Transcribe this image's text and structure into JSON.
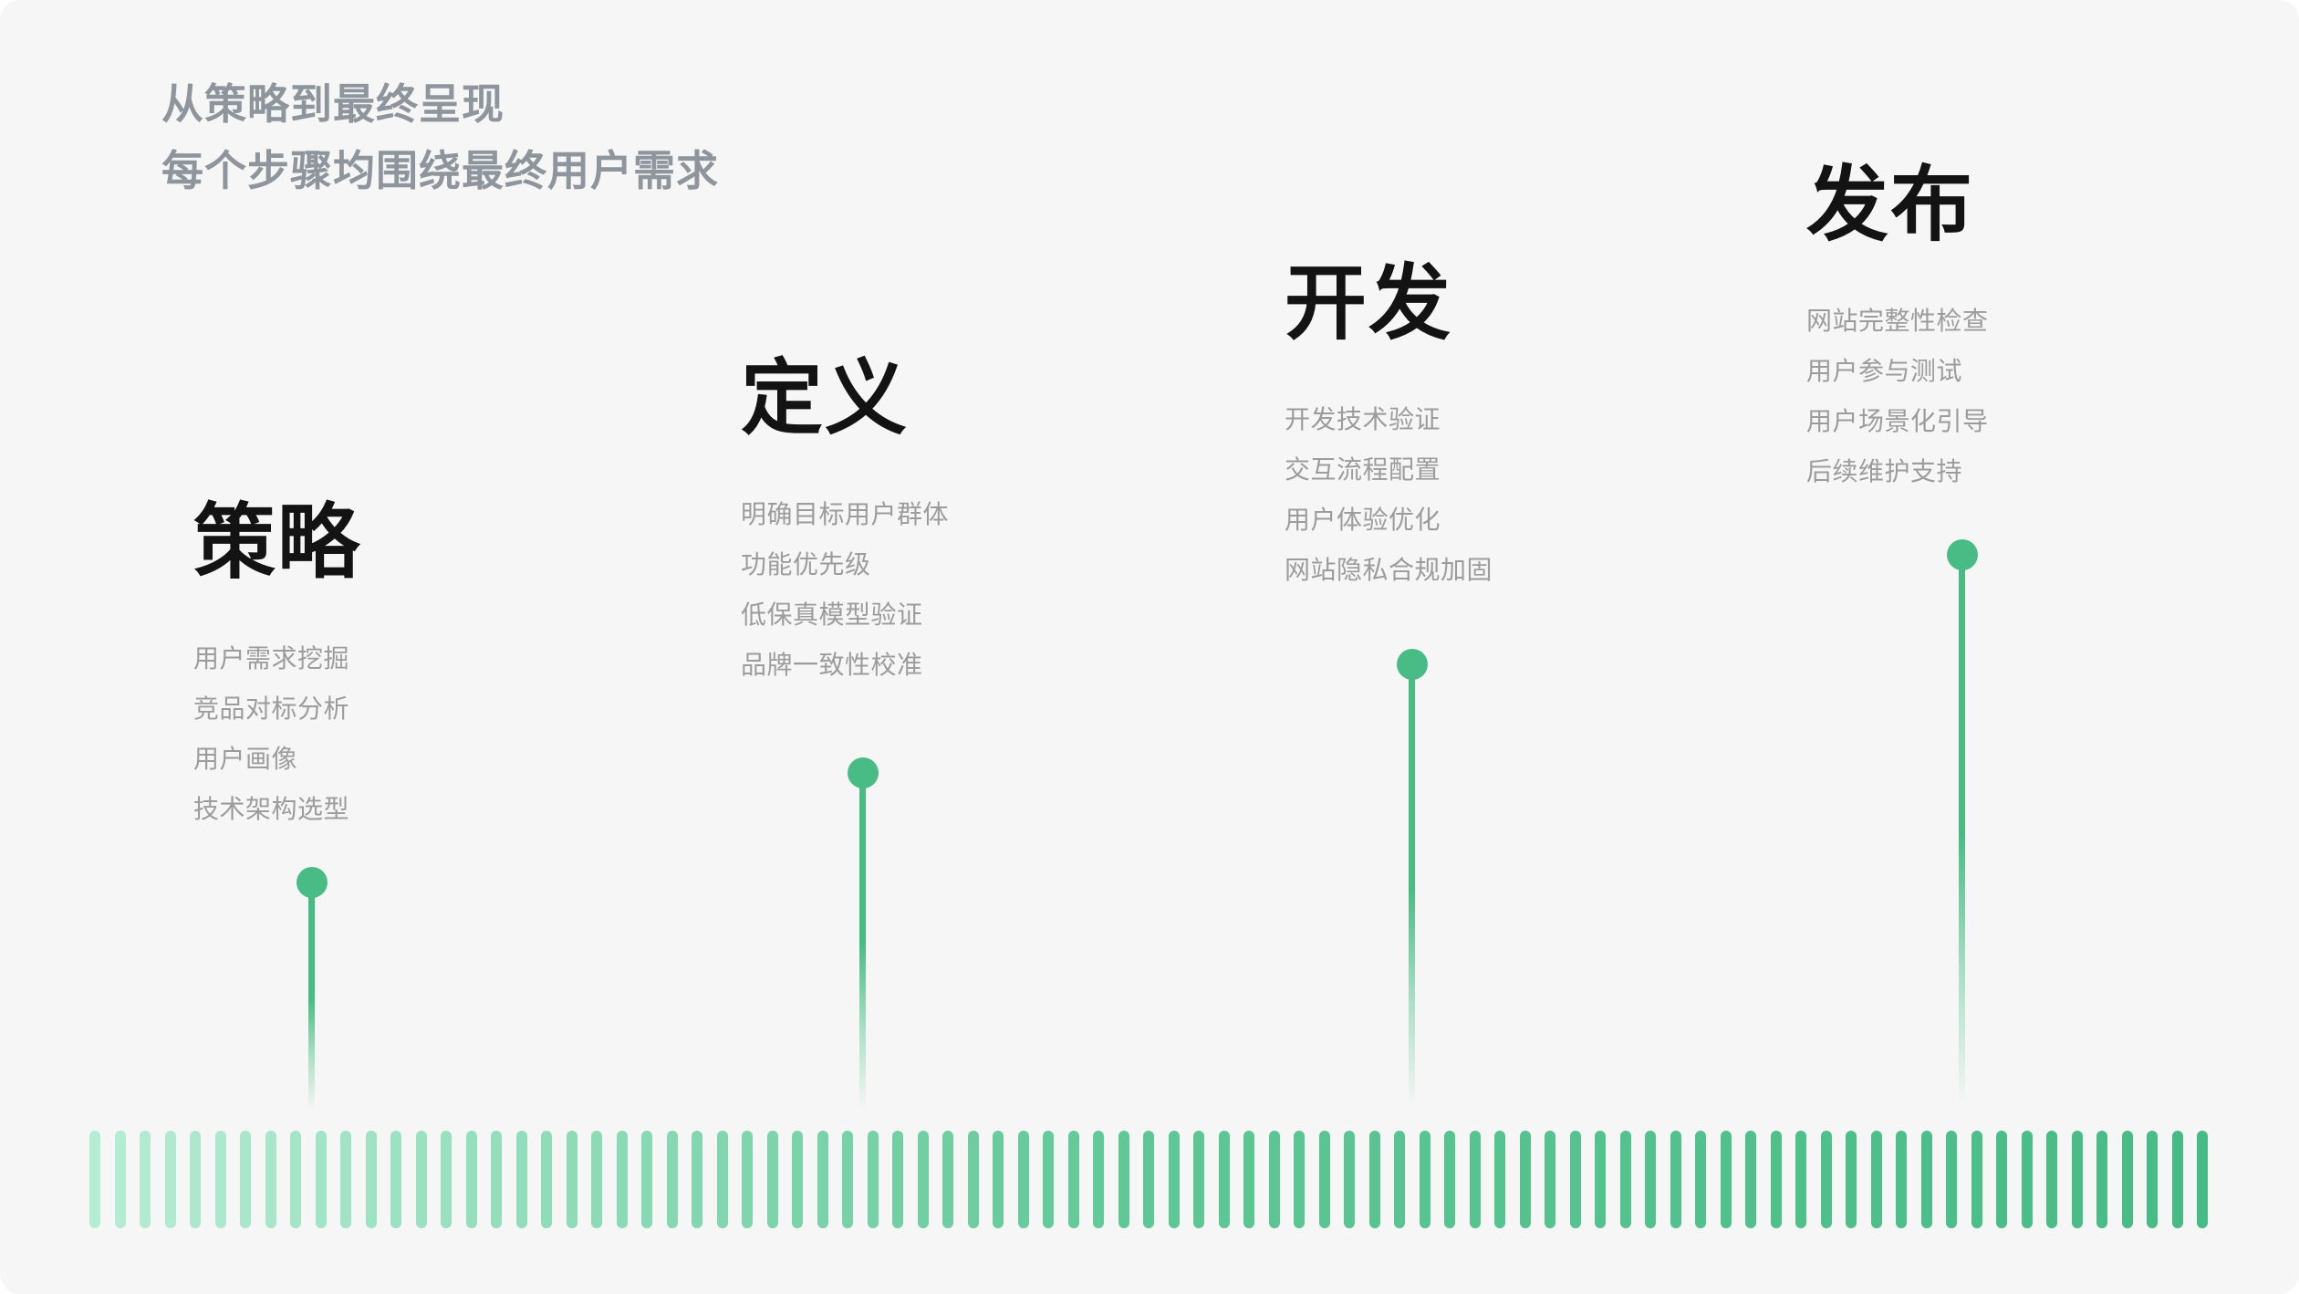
{
  "header": {
    "line1": "从策略到最终呈现",
    "line2": "每个步骤均围绕最终用户需求"
  },
  "stages": [
    {
      "title": "策略",
      "items": [
        "用户需求挖掘",
        "竞品对标分析",
        "用户画像",
        "技术架构选型"
      ]
    },
    {
      "title": "定义",
      "items": [
        "明确目标用户群体",
        "功能优先级",
        "低保真模型验证",
        "品牌一致性校准"
      ]
    },
    {
      "title": "开发",
      "items": [
        "开发技术验证",
        "交互流程配置",
        "用户体验优化",
        "网站隐私合规加固"
      ]
    },
    {
      "title": "发布",
      "items": [
        "网站完整性检查",
        "用户参与测试",
        "用户场景化引导",
        "后续维护支持"
      ]
    }
  ],
  "colors": {
    "accent_green": "#49bc86",
    "bar_gradient": [
      "#b5ecd4",
      "#5ec795",
      "#47bb85"
    ],
    "card_bg": "#f5f6f5",
    "title_color": "#131313",
    "subtitle_color": "#8e959c",
    "item_color": "#9c9c9c"
  },
  "decor": {
    "bar_count": 85
  }
}
